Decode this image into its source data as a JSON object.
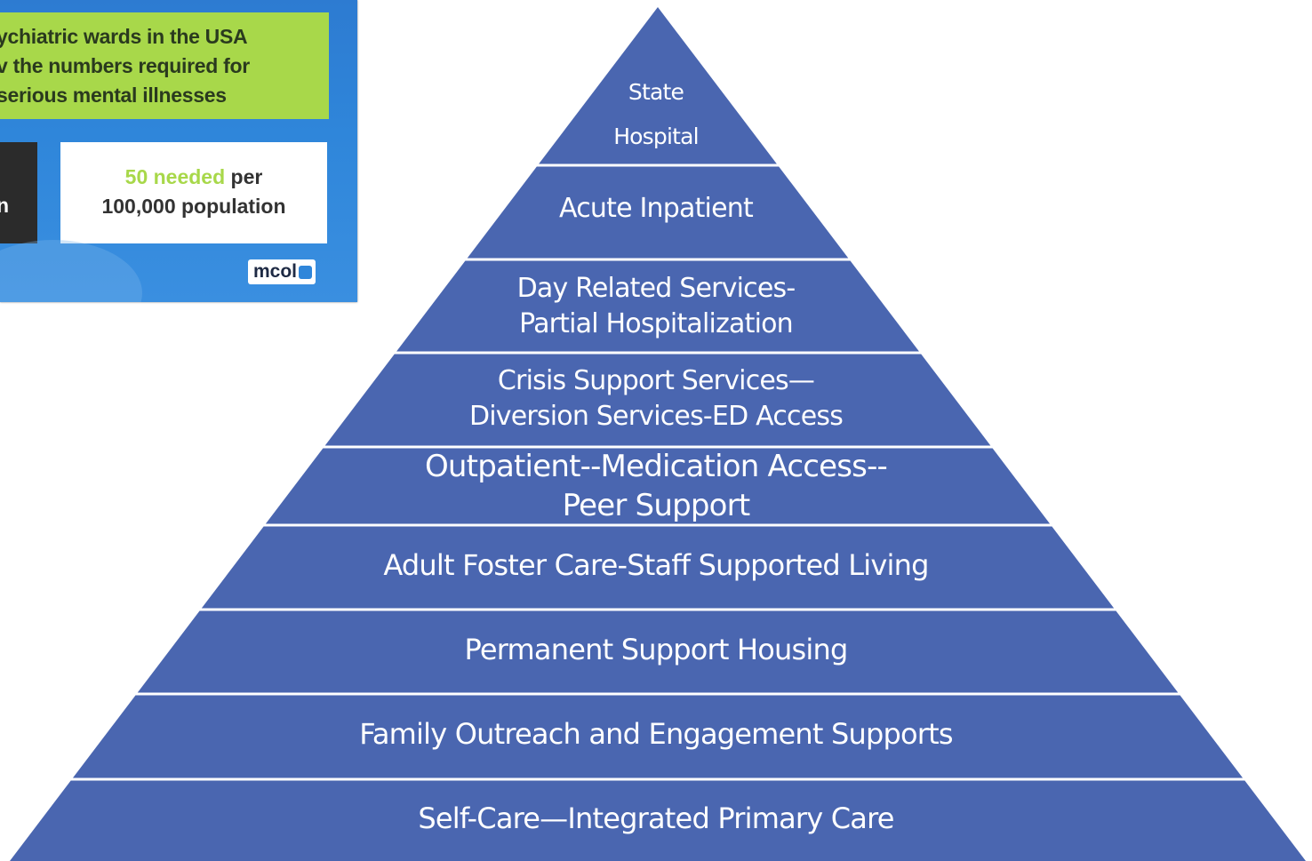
{
  "inset_image": {
    "headline_lines": [
      "ychiatric wards in the USA",
      "v the numbers required for",
      "serious mental illnesses"
    ],
    "left_box_text": "n",
    "needed_highlight": "50 needed",
    "needed_rest": " per",
    "needed_line2": "100,000 population",
    "logo_text": "mcol",
    "colors": {
      "background_blue": "#2f86da",
      "band_green": "#a8d84a",
      "dark_box": "#2b2b2b"
    }
  },
  "pyramid": {
    "fill_color": "#4a66b0",
    "divider_color": "#ffffff",
    "tiers": [
      {
        "lines": [
          "State",
          "Hospital"
        ]
      },
      {
        "lines": [
          "Acute Inpatient"
        ]
      },
      {
        "lines": [
          "Day Related Services-",
          "Partial Hospitalization"
        ]
      },
      {
        "lines": [
          "Crisis Support Services—",
          "Diversion Services-ED Access"
        ]
      },
      {
        "lines": [
          "Outpatient--Medication Access--",
          "Peer Support"
        ]
      },
      {
        "lines": [
          "Adult Foster Care-Staff Supported Living"
        ]
      },
      {
        "lines": [
          "Permanent Support Housing"
        ]
      },
      {
        "lines": [
          "Family Outreach and Engagement Supports"
        ]
      },
      {
        "lines": [
          "Self-Care—Integrated Primary Care"
        ]
      }
    ]
  }
}
